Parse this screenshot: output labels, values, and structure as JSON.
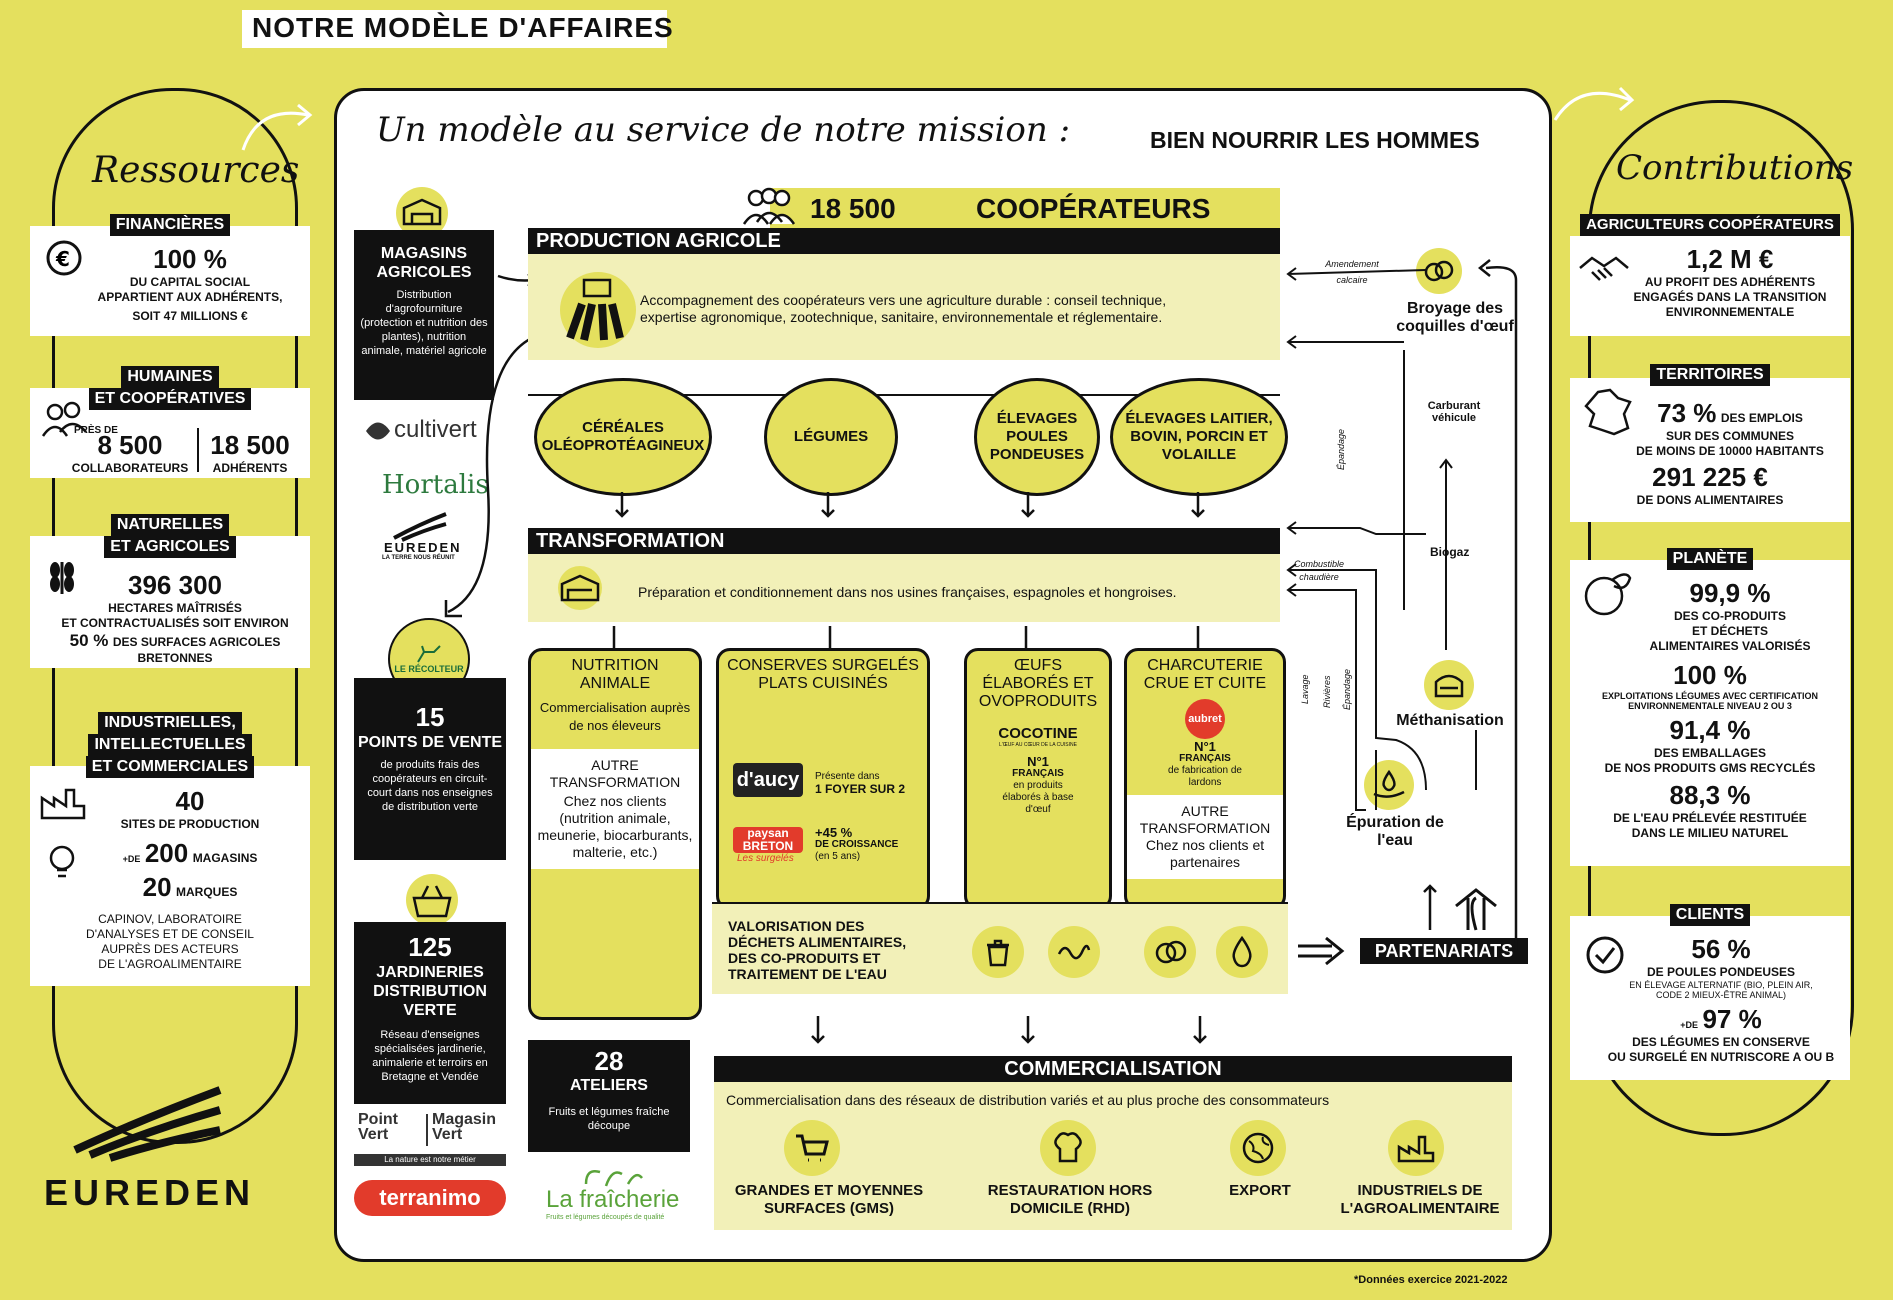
{
  "header": {
    "title": "NOTRE MODÈLE D'AFFAIRES"
  },
  "mission": {
    "script": "Un modèle au service de notre mission :",
    "text": "BIEN NOURRIR LES HOMMES"
  },
  "ressources": {
    "title": "Ressources",
    "financieres": {
      "tag": "FINANCIÈRES",
      "value": "100 %",
      "l1": "DU CAPITAL SOCIAL",
      "l2": "APPARTIENT AUX ADHÉRENTS,",
      "l3": "SOIT 47 MILLIONS €"
    },
    "humaines": {
      "tag1": "HUMAINES",
      "tag2": "ET COOPÉRATIVES",
      "pre": "PRÈS DE",
      "v1": "8 500",
      "l1": "COLLABORATEURS",
      "v2": "18 500",
      "l2": "ADHÉRENTS"
    },
    "naturelles": {
      "tag1": "NATURELLES",
      "tag2": "ET AGRICOLES",
      "value": "396 300",
      "l1": "HECTARES MAÎTRISÉS",
      "l2": "ET CONTRACTUALISÉS SOIT ENVIRON",
      "v2": "50 %",
      "l3": "DES SURFACES AGRICOLES",
      "l4": "BRETONNES"
    },
    "industrielles": {
      "tag1": "INDUSTRIELLES,",
      "tag2": "INTELLECTUELLES",
      "tag3": "ET COMMERCIALES",
      "v1": "40",
      "l1": "SITES DE PRODUCTION",
      "pre2": "+DE",
      "v2": "200",
      "l2": "MAGASINS",
      "v3": "20",
      "l3": "MARQUES",
      "l4": "CAPINOV, LABORATOIRE",
      "l5": "D'ANALYSES ET DE CONSEIL",
      "l6": "AUPRÈS DES ACTEURS",
      "l7": "DE L'AGROALIMENTAIRE"
    }
  },
  "logo": {
    "name": "EUREDEN",
    "sub": "LA TERRE NOUS RÉUNIT"
  },
  "left_col": {
    "magasins": {
      "title": "MAGASINS AGRICOLES",
      "desc": "Distribution d'agrofourniture (protection et nutrition des plantes), nutrition animale, matériel agricole"
    },
    "brands": {
      "cultivert": "cultivert",
      "hortalis": "Hortalis"
    },
    "recolteur": {
      "label": "LE RÉCOLTEUR"
    },
    "points": {
      "value": "15",
      "title": "POINTS DE VENTE",
      "desc": "de produits frais des coopérateurs en circuit-court dans nos enseignes de distribution verte"
    },
    "jardineries": {
      "value": "125",
      "title": "JARDINERIES DISTRIBUTION VERTE",
      "desc": "Réseau d'enseignes spécialisées jardinerie, animalerie et terroirs en Bretagne et Vendée"
    },
    "pointvert": {
      "a": "Point Vert",
      "b": "Magasin Vert",
      "c": "La nature est notre métier"
    },
    "terranimo": "terranimo",
    "ateliers": {
      "value": "28",
      "title": "ATELIERS",
      "desc": "Fruits et légumes fraîche découpe"
    },
    "fraicherie": {
      "name": "La fraîcherie",
      "sub": "Fruits et légumes découpés de qualité"
    }
  },
  "cooperateurs": {
    "value": "18 500",
    "label": "COOPÉRATEURS"
  },
  "production": {
    "title": "PRODUCTION AGRICOLE",
    "text1": "Accompagnement des coopérateurs vers une agriculture durable : conseil technique,",
    "text2": "expertise agronomique, zootechnique, sanitaire, environnementale et réglementaire."
  },
  "ovals": [
    "CÉRÉALES OLÉOPROTÉAGINEUX",
    "LÉGUMES",
    "ÉLEVAGES POULES PONDEUSES",
    "ÉLEVAGES LAITIER, BOVIN, PORCIN ET VOLAILLE"
  ],
  "transformation": {
    "title": "TRANSFORMATION",
    "text": "Préparation et conditionnement dans nos usines françaises, espagnoles et hongroises."
  },
  "cols": {
    "nutrition": {
      "title": "NUTRITION ANIMALE",
      "sub": "Commercialisation auprès de nos éleveurs",
      "autre": "AUTRE TRANSFORMATION",
      "autre_sub": "Chez nos clients (nutrition animale, meunerie, biocarburants, malterie, etc.)"
    },
    "conserves": {
      "title": "CONSERVES SURGELÉS PLATS CUISINÉS",
      "daucy": "d'aucy",
      "daucy_t1": "Présente dans",
      "daucy_t2": "1 FOYER SUR 2",
      "paysan": "paysan BRETON",
      "paysan_sub": "Les surgelés",
      "paysan_t1": "+45 %",
      "paysan_t2": "DE CROISSANCE",
      "paysan_t3": "(en 5 ans)"
    },
    "oeufs": {
      "title": "ŒUFS ÉLABORÉS ET OVOPRODUITS",
      "brand": "COCOTINE",
      "brand_sub": "L'ŒUF AU CŒUR DE LA CUISINE",
      "t1": "N°1",
      "t2": "FRANÇAIS",
      "t3": "en produits élaborés à base d'œuf"
    },
    "charcuterie": {
      "title": "CHARCUTERIE CRUE ET CUITE",
      "brand": "aubret",
      "t1": "N°1",
      "t2": "FRANÇAIS",
      "t3": "de fabrication de lardons",
      "autre": "AUTRE TRANSFORMATION",
      "autre_sub": "Chez nos clients et partenaires"
    }
  },
  "valorisation": {
    "text": "VALORISATION DES DÉCHETS ALIMENTAIRES, DES CO-PRODUITS ET TRAITEMENT DE L'EAU"
  },
  "partenariats": "PARTENARIATS",
  "cycle": {
    "broyage": "Broyage des coquilles d'œuf",
    "amendement": "Amendement calcaire",
    "carburant": "Carburant véhicule",
    "biogaz": "Biogaz",
    "combustible": "Combustible chaudière",
    "methanisation": "Méthanisation",
    "epuration": "Épuration de l'eau",
    "epandage1": "Épandage",
    "epandage2": "Épandage",
    "lavage": "Lavage",
    "rivieres": "Rivières"
  },
  "commercialisation": {
    "title": "COMMERCIALISATION",
    "text": "Commercialisation dans des réseaux de distribution variés et au plus proche des consommateurs",
    "cats": [
      "GRANDES ET MOYENNES SURFACES (GMS)",
      "RESTAURATION HORS DOMICILE (RHD)",
      "EXPORT",
      "INDUSTRIELS DE L'AGROALIMENTAIRE"
    ]
  },
  "contributions": {
    "title": "Contributions",
    "agri": {
      "tag": "AGRICULTEURS COOPÉRATEURS",
      "value": "1,2 M €",
      "l1": "AU PROFIT DES ADHÉRENTS",
      "l2": "ENGAGÉS DANS LA TRANSITION",
      "l3": "ENVIRONNEMENTALE"
    },
    "territoires": {
      "tag": "TERRITOIRES",
      "v1": "73 %",
      "l1": "DES EMPLOIS",
      "l2": "SUR DES COMMUNES",
      "l3": "DE MOINS DE 10000 HABITANTS",
      "v2": "291 225 €",
      "l4": "DE DONS ALIMENTAIRES"
    },
    "planete": {
      "tag": "PLANÈTE",
      "v1": "99,9 %",
      "l1": "DES CO-PRODUITS",
      "l2": "ET DÉCHETS",
      "l3": "ALIMENTAIRES VALORISÉS",
      "v2": "100 %",
      "l4": "EXPLOITATIONS LÉGUMES AVEC CERTIFICATION",
      "l5": "ENVIRONNEMENTALE NIVEAU 2 OU 3",
      "v3": "91,4 %",
      "l6": "DES EMBALLAGES",
      "l7": "DE NOS PRODUITS GMS RECYCLÉS",
      "v4": "88,3 %",
      "l8": "DE L'EAU PRÉLEVÉE RESTITUÉE",
      "l9": "DANS LE MILIEU NATUREL"
    },
    "clients": {
      "tag": "CLIENTS",
      "v1": "56 %",
      "l1": "DE POULES PONDEUSES",
      "l2": "EN ÉLEVAGE ALTERNATIF (BIO, PLEIN AIR,",
      "l3": "CODE 2 MIEUX-ÊTRE ANIMAL)",
      "pre": "+DE",
      "v2": "97 %",
      "l4": "DES LÉGUMES EN CONSERVE",
      "l5": "OU SURGELÉ EN NUTRISCORE A OU B"
    }
  },
  "footnote": "*Données exercice 2021-2022",
  "colors": {
    "accent": "#e4e05e",
    "light": "#f2f0b8",
    "dark": "#111111"
  }
}
